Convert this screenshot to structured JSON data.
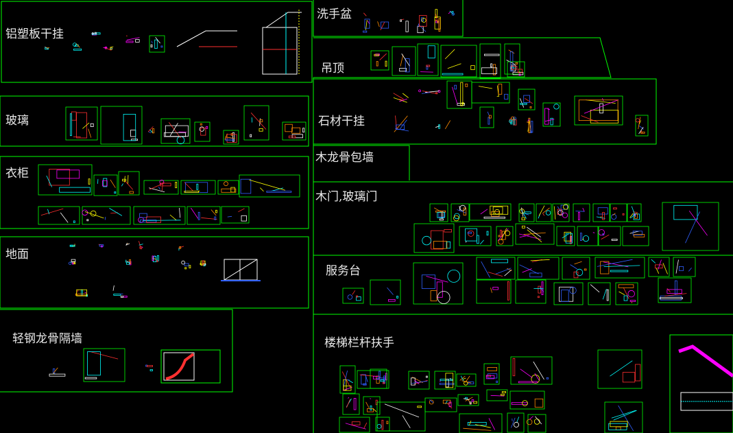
{
  "sections": {
    "aluminum": "铝塑板干挂",
    "washbasin": "洗手盆",
    "ceiling": "吊顶",
    "glass": "玻璃",
    "stone": "石材干挂",
    "woodkeel": "木龙骨包墙",
    "wardrobe": "衣柜",
    "doors": "木门,玻璃门",
    "floor": "地面",
    "counter": "服务台",
    "steelkeel": "轻钢龙骨隔墙",
    "stairs": "楼梯栏杆扶手"
  },
  "colors": {
    "background": "#000000",
    "frame": "#00ff00",
    "label": "#e8e8e8",
    "detail": [
      "#ffffff",
      "#ff3030",
      "#ffff00",
      "#00ffff",
      "#ff00ff",
      "#3060ff",
      "#ff8c00"
    ]
  }
}
